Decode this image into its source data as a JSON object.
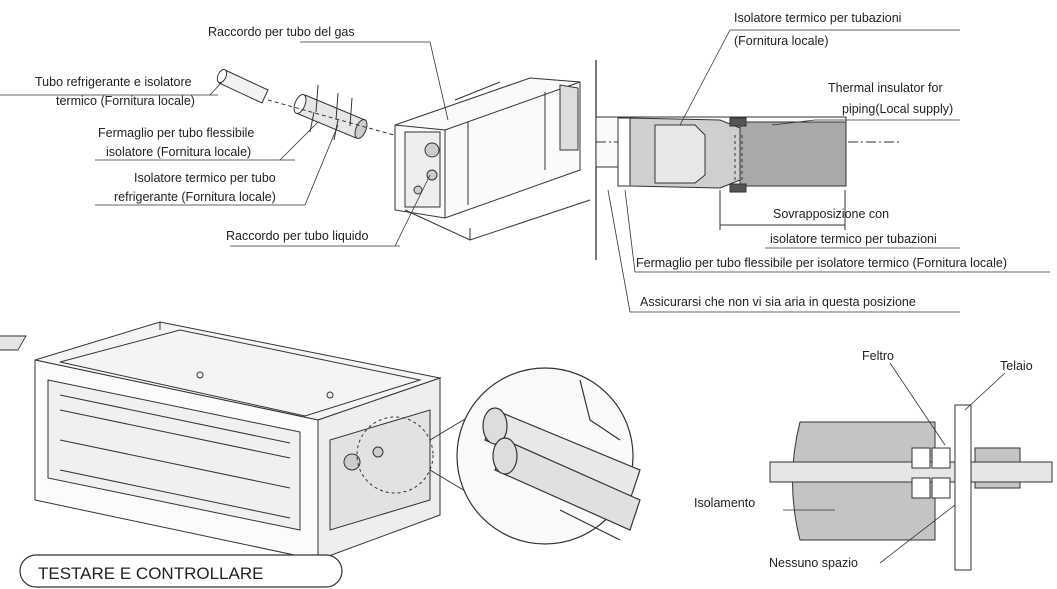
{
  "labels": {
    "tubo_refrigerante_1": "Tubo refrigerante e isolatore",
    "tubo_refrigerante_2": "termico (Fornitura locale)",
    "raccordo_gas": "Raccordo per tubo del gas",
    "fermaglio_1": "Fermaglio per tubo flessibile",
    "fermaglio_2": "isolatore (Fornitura locale)",
    "isolatore_tubo_1": "Isolatore termico per tubo",
    "isolatore_tubo_2": "refrigerante (Fornitura locale)",
    "raccordo_liquido": "Raccordo per tubo liquido",
    "isolatore_tubazioni_1": "Isolatore termico per tubazioni",
    "isolatore_tubazioni_2": "(Fornitura locale)",
    "thermal_1": "Thermal insulator for",
    "thermal_2": "piping(Local supply)",
    "sovrapposizione_1": "Sovrapposizione con",
    "sovrapposizione_2": "isolatore termico per tubazioni",
    "fermaglio_flessibile": "Fermaglio per tubo flessibile per isolatore termico (Fornitura locale)",
    "assicurarsi": "Assicurarsi che non vi sia aria in questa posizione",
    "feltro": "Feltro",
    "telaio": "Telaio",
    "isolamento": "Isolamento",
    "nessuno_spazio": "Nessuno spazio"
  },
  "section": {
    "title": "TESTARE E CONTROLLARE"
  }
}
